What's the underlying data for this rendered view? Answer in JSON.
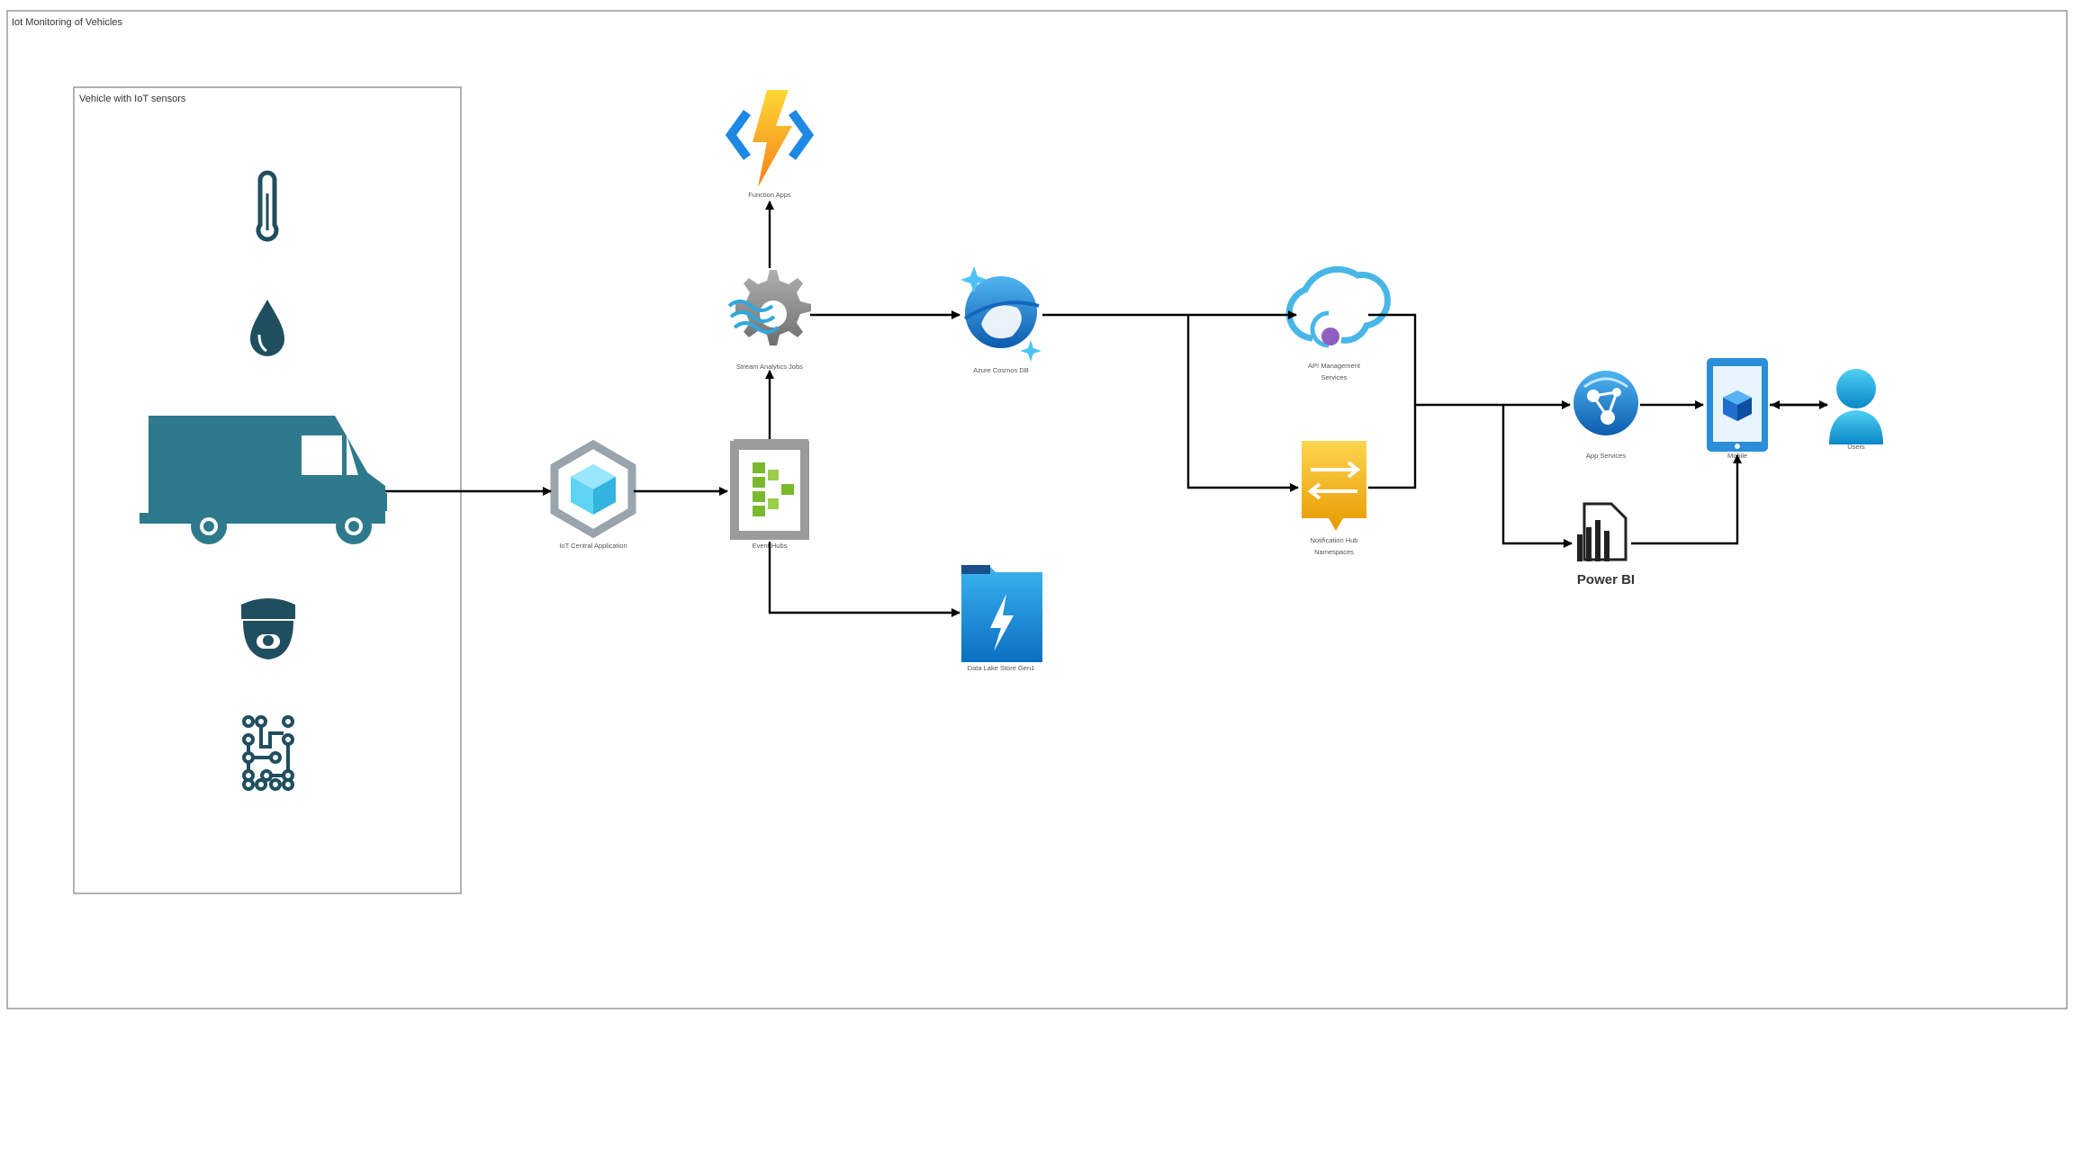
{
  "diagram": {
    "title": "Iot Monitoring of Vehicles",
    "vehicle_group": {
      "title": "Vehicle with IoT sensors",
      "sensors": [
        "thermometer-icon",
        "water-drop-icon",
        "delivery-van-icon",
        "security-camera-icon",
        "circuit-board-icon"
      ]
    },
    "nodes": {
      "iot_central": "IoT Central Application",
      "event_hubs": "Event Hubs",
      "stream_analytics": "Stream Analytics Jobs",
      "function_apps": "Function Apps",
      "cosmos_db": "Azure Cosmos DB",
      "data_lake": "Data Lake Store Gen1",
      "api_management": [
        "API Management",
        "Services"
      ],
      "notification_hub": [
        "Notification Hub",
        "Namespaces"
      ],
      "app_services": "App Services",
      "power_bi": "Power BI",
      "mobile": "Mobile",
      "users": "Users"
    },
    "colors": {
      "sensor_teal": "#2e7a8c",
      "azure_blue": "#0078d4",
      "function_yellow": "#f5a623",
      "event_green": "#7ab82e",
      "notification_gold": "#f0b400"
    },
    "edges": [
      [
        "vehicle",
        "iot_central"
      ],
      [
        "iot_central",
        "event_hubs"
      ],
      [
        "event_hubs",
        "stream_analytics"
      ],
      [
        "stream_analytics",
        "function_apps"
      ],
      [
        "event_hubs",
        "data_lake"
      ],
      [
        "stream_analytics",
        "cosmos_db"
      ],
      [
        "cosmos_db",
        "api_management"
      ],
      [
        "cosmos_db",
        "notification_hub"
      ],
      [
        "api_management",
        "app_services"
      ],
      [
        "notification_hub",
        "app_services"
      ],
      [
        "api_management",
        "power_bi"
      ],
      [
        "app_services",
        "mobile"
      ],
      [
        "power_bi",
        "mobile"
      ],
      [
        "mobile",
        "users"
      ],
      [
        "users",
        "mobile"
      ]
    ]
  }
}
